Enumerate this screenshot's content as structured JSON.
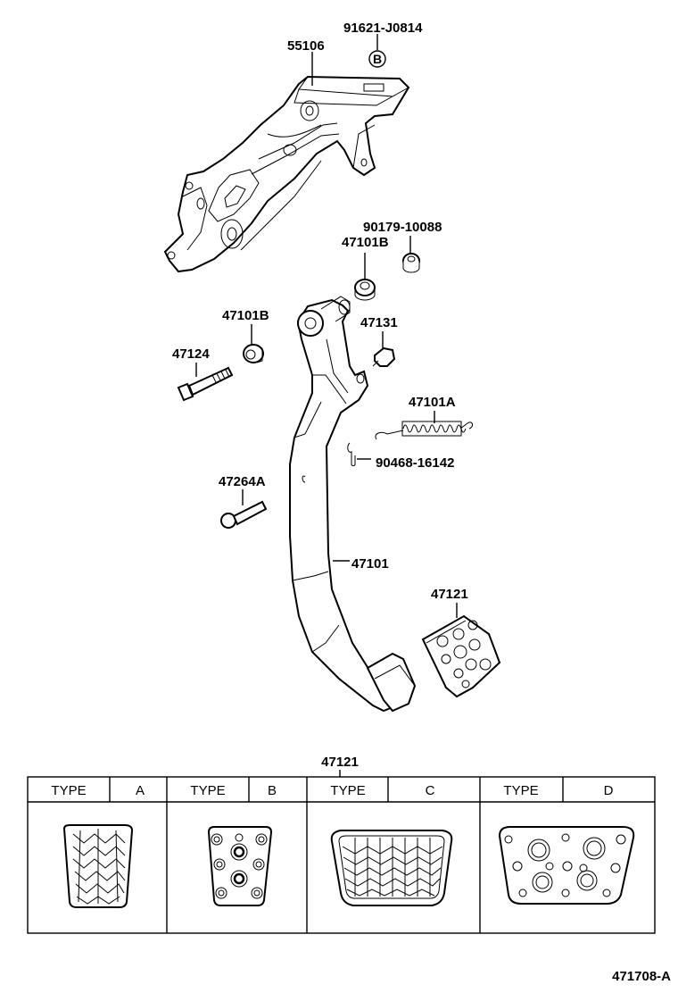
{
  "diagram": {
    "parts": {
      "bracket": "55106",
      "bracket_bolt": "91621-J0814",
      "bracket_bolt_marker": "B",
      "bushing_small": "90179-10088",
      "bushing_right": "47101B",
      "bushing_left": "47101B",
      "stopper": "47131",
      "pivot_bolt": "47124",
      "spring": "47101A",
      "clip": "90468-16142",
      "pin": "47264A",
      "pedal_arm": "47101",
      "pedal_pad": "47121"
    },
    "pad_table": {
      "title": "47121",
      "header_word": "TYPE",
      "types": [
        "A",
        "B",
        "C",
        "D"
      ]
    },
    "figure_code": "471708-A"
  }
}
